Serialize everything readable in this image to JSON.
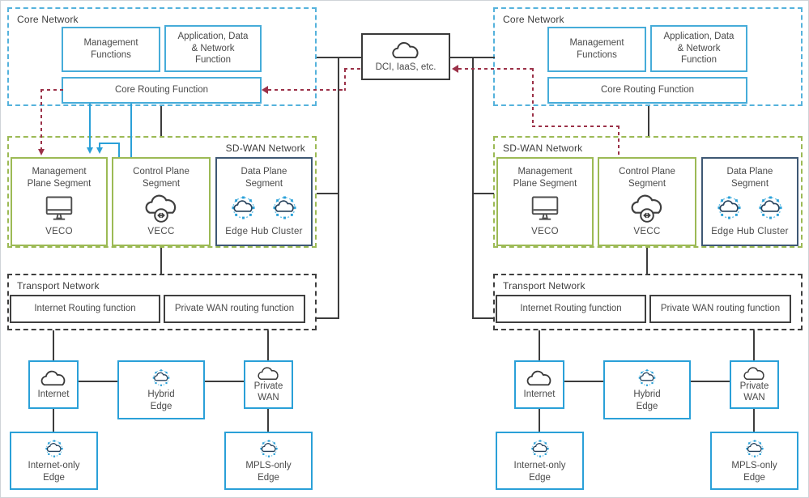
{
  "colors": {
    "blue": "#46ACD9",
    "blue_dash": "#55B2DC",
    "green": "#9CBA55",
    "navy": "#3E5874",
    "red": "#9B3148",
    "line": "#3C3C3C",
    "text": "#4A4A4A",
    "edge_blue": "#2AA0D8",
    "ring_blue": "#6BC1E6",
    "icon_navy": "#27425C",
    "dark": "#3F3F3F"
  },
  "core_network": {
    "title": "Core Network",
    "management_functions": "Management Functions",
    "application_function": "Application, Data & Network Function",
    "core_routing": "Core Routing Function"
  },
  "sdwan_network": {
    "title": "SD-WAN Network",
    "management_plane": {
      "label": "Management Plane Segment",
      "system": "VECO"
    },
    "control_plane": {
      "label": "Control Plane Segment",
      "system": "VECC"
    },
    "data_plane": {
      "label": "Data Plane Segment",
      "system": "Edge Hub Cluster"
    }
  },
  "transport_network": {
    "title": "Transport Network",
    "internet_routing": "Internet Routing function",
    "private_wan_routing": "Private WAN routing function"
  },
  "interconnect": {
    "dci_label": "DCI, IaaS, etc."
  },
  "access": {
    "internet": "Internet",
    "hybrid_edge": "Hybrid Edge",
    "private_wan": "Private WAN",
    "internet_only_edge": "Internet-only Edge",
    "mpls_only_edge": "MPLS-only Edge"
  },
  "icons": {
    "cloud": "cloud-icon",
    "monitor": "monitor-icon",
    "vecc": "cloud-bidirectional-arrows-icon",
    "edge": "sdwan-edge-cluster-icon"
  }
}
